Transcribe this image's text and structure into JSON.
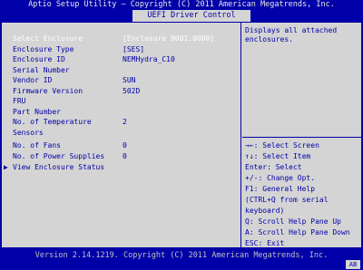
{
  "header": {
    "title": "Aptio Setup Utility – Copyright (C) 2011 American Megatrends, Inc.",
    "tab": "UEFI Driver Control"
  },
  "settings": [
    {
      "label": "Select Enclosure",
      "value": "[Enclosure 0001:0000]",
      "selected": true
    },
    {
      "label": "Enclosure Type",
      "value": "[SES]"
    },
    {
      "label": "Enclosure ID",
      "value": "NEMHydra_C10"
    },
    {
      "label": "Serial Number",
      "value": ""
    },
    {
      "label": "Vendor ID",
      "value": "SUN"
    },
    {
      "label": "Firmware Version",
      "value": "502D"
    },
    {
      "label": "FRU",
      "value": ""
    },
    {
      "label": "Part Number",
      "value": ""
    },
    {
      "label": "No. of Temperature",
      "value": "2"
    },
    {
      "label": "Sensors",
      "value": ""
    },
    {
      "label": "No. of Fans",
      "value": "0"
    },
    {
      "label": "No. of Power Supplies",
      "value": "0"
    }
  ],
  "submenu": {
    "arrow": "▶",
    "label": "View Enclosure Status"
  },
  "help": {
    "text": "Displays all attached\nenclosures."
  },
  "keys": [
    "→←: Select Screen",
    "↑↓: Select Item",
    "Enter: Select",
    "+/-: Change Opt.",
    "F1: General Help",
    "(CTRL+Q from serial",
    "keyboard)",
    "Q: Scroll Help Pane Up",
    "A: Scroll Help Pane Down",
    "ESC: Exit"
  ],
  "footer": {
    "text": "Version 2.14.1219. Copyright (C) 2011 American Megatrends, Inc.",
    "badge": "AB"
  }
}
